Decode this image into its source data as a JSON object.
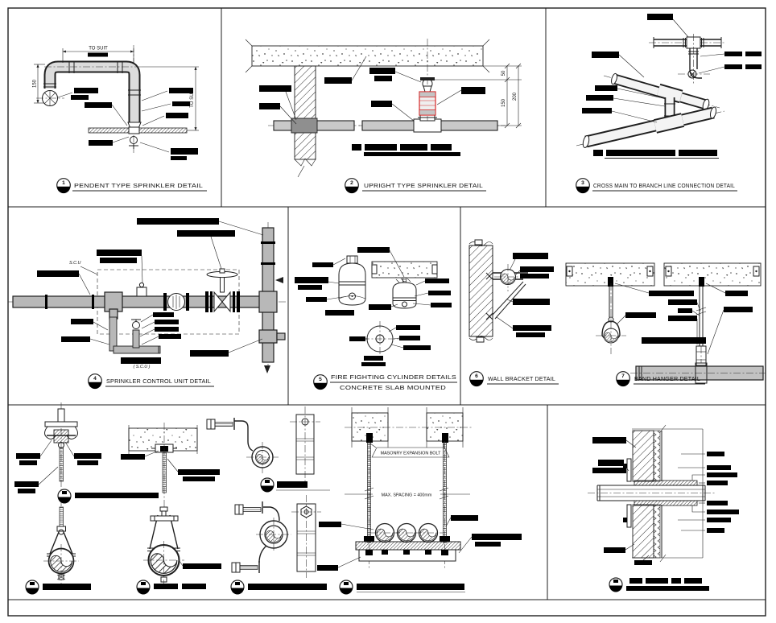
{
  "colors": {
    "line": "#1f1f1f",
    "redaction": "#000000",
    "sprinkler_red": "#d62828",
    "pipe_gray": "#b8b8b8",
    "concrete_speck": "#4a4a4a"
  },
  "callouts": {
    "p1": {
      "num": "1",
      "title": "PENDENT TYPE SPRINKLER DETAIL"
    },
    "p2": {
      "num": "2",
      "title": "UPRIGHT TYPE SPRINKLER DETAIL"
    },
    "p3": {
      "num": "3",
      "title": "CROSS MAIN TO BRANCH LINE CONNECTION DETAIL"
    },
    "p4": {
      "num": "4",
      "title": "SPRINKLER CONTROL UNIT DETAIL"
    },
    "p5": {
      "num": "5",
      "title_line1": "FIRE FIGHTING CYLINDER DETAILS",
      "title_line2": "CONCRETE SLAB MOUNTED"
    },
    "p6": {
      "num": "6",
      "title": "WALL BRACKET DETAIL"
    },
    "p7": {
      "num": "7",
      "title": "BAND HANGER DETAIL"
    }
  },
  "dimensions": {
    "pendent_top": "TO SUIT",
    "pendent_left": "150",
    "pendent_right": "TO SUIT",
    "upright_top": "50",
    "upright_mid": "150",
    "upright_total": "200"
  },
  "annotations": {
    "scu_tag": "S.C.U",
    "scu_caption": "( S.C.U )",
    "masonry_bolt": "MASONRY EXPANSION BOLT",
    "max_spacing": "MAX. SPACING = 400mm"
  }
}
